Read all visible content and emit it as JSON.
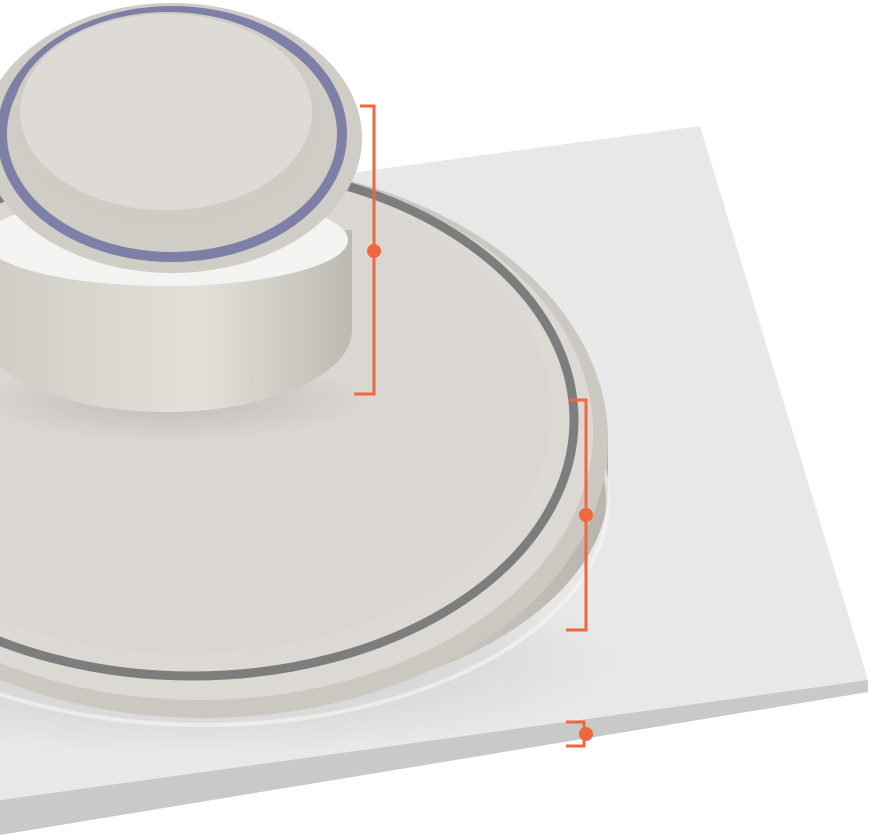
{
  "diagram": {
    "kind": "layered-stack-illustration",
    "colors": {
      "callout": "#f0673f",
      "leader_start": "#f0673f",
      "leader_end": "#3f9fd1",
      "base_plate": "#e8e8e8",
      "base_plate_edge": "#c9c9c9",
      "disc_body": "#d9d6d1",
      "disc_groove": "#7d7d7d",
      "cap_ring": "#7d7fa6",
      "background": "#ffffff"
    },
    "layers": [
      {
        "id": "top-cap",
        "callout_label": ""
      },
      {
        "id": "middle-disc",
        "callout_label": ""
      },
      {
        "id": "base-plate",
        "callout_label": ""
      }
    ]
  }
}
